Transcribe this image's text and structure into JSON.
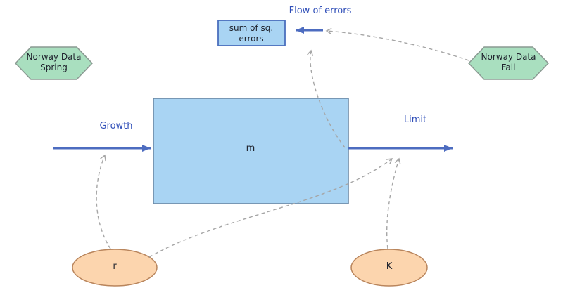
{
  "diagram": {
    "stock_label": "m",
    "inflow_label": "Growth",
    "outflow_label": "Limit",
    "error_flow_label": "Flow of errors",
    "error_sum_label": "sum of sq. errors",
    "data_spring_label": "Norway Data Spring",
    "data_fall_label": "Norway Data Fall",
    "param_r_label": "r",
    "param_k_label": "K"
  },
  "colors": {
    "stock_fill": "#a9d4f3",
    "stock_border": "#6b88a5",
    "error_box_border": "#4a6fbd",
    "flow_color": "#4d6cc0",
    "flow_label_color": "#2f4eb8",
    "hexagon_fill": "#a9dfbf",
    "hexagon_border": "#8a9a92",
    "ellipse_fill": "#fcd5ae",
    "ellipse_border": "#b9855c",
    "connector_color": "#a6a6a6"
  }
}
